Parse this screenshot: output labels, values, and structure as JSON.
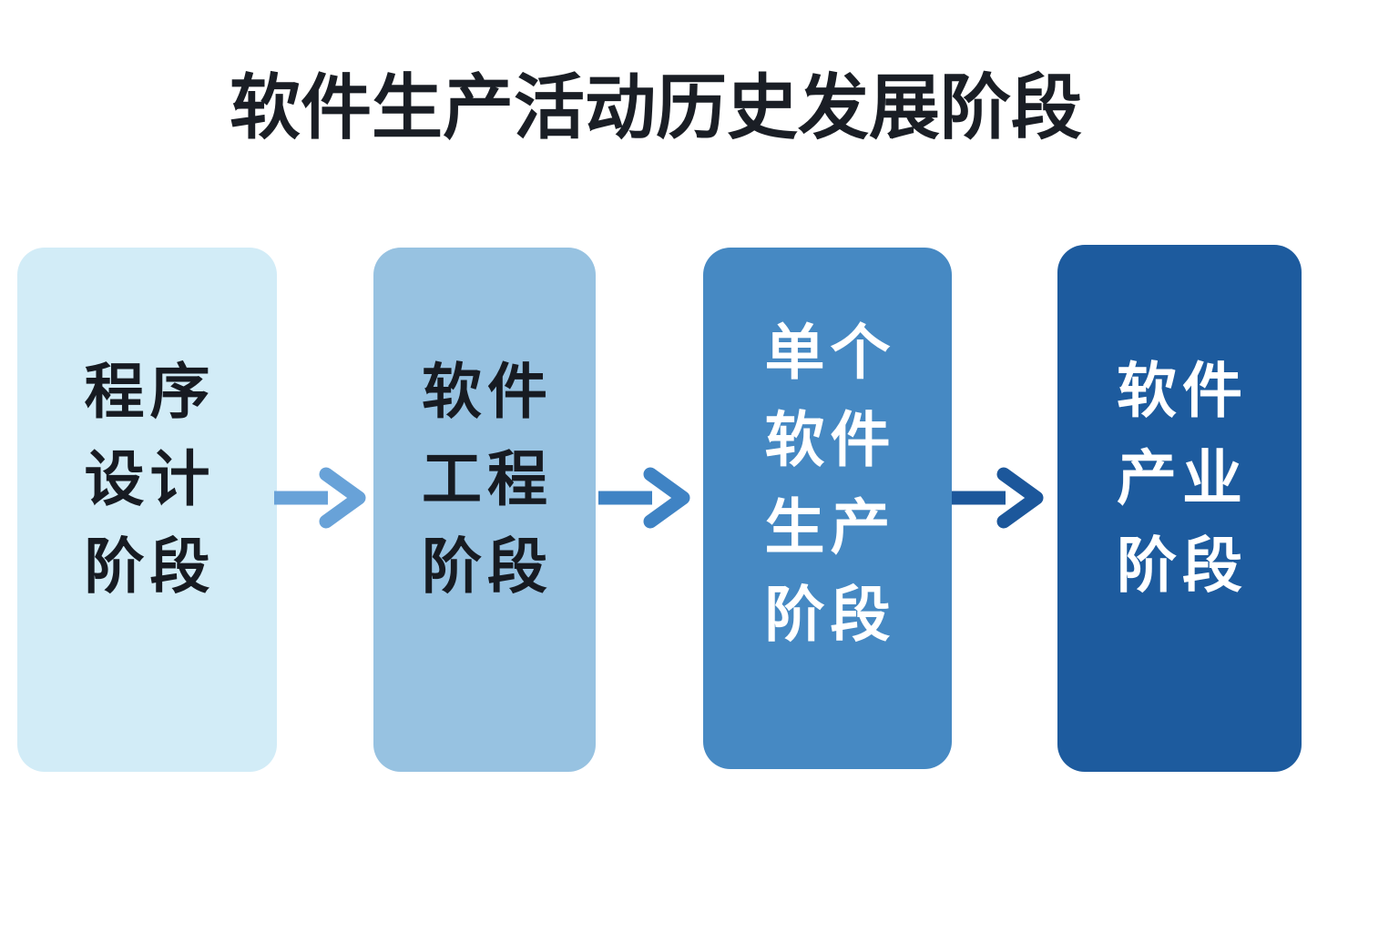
{
  "title": "软件生产活动历史发展阶段",
  "title_color": "#1a1e25",
  "background_color": "#ffffff",
  "stages": [
    {
      "name": "program-design-stage",
      "lines": [
        "程序",
        "设计",
        "阶段"
      ],
      "bg": "#d2ecf7",
      "text_color": "#171b22"
    },
    {
      "name": "software-engineering-stage",
      "lines": [
        "软件",
        "工程",
        "阶段"
      ],
      "bg": "#97c2e1",
      "text_color": "#171b22"
    },
    {
      "name": "single-software-production-stage",
      "lines": [
        "单个",
        "软件",
        "生产",
        "阶段"
      ],
      "bg": "#4689c3",
      "text_color": "#ffffff"
    },
    {
      "name": "software-industry-stage",
      "lines": [
        "软件",
        "产业",
        "阶段"
      ],
      "bg": "#1d5b9e",
      "text_color": "#ffffff"
    }
  ],
  "arrows": [
    {
      "color": "#68a2d8"
    },
    {
      "color": "#3f83c4"
    },
    {
      "color": "#1c579b"
    }
  ]
}
